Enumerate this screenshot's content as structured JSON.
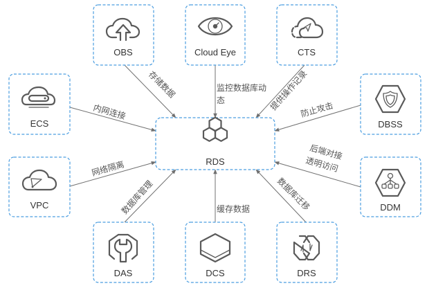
{
  "diagram": {
    "center": {
      "id": "rds",
      "label": "RDS",
      "icon": "hexagon-cluster-icon"
    },
    "nodes": [
      {
        "id": "obs",
        "label": "OBS",
        "icon": "cloud-upload-icon"
      },
      {
        "id": "cloudeye",
        "label": "Cloud Eye",
        "icon": "eye-icon"
      },
      {
        "id": "cts",
        "label": "CTS",
        "icon": "cloud-trace-icon"
      },
      {
        "id": "ecs",
        "label": "ECS",
        "icon": "cloud-server-icon"
      },
      {
        "id": "vpc",
        "label": "VPC",
        "icon": "cloud-network-icon"
      },
      {
        "id": "dbss",
        "label": "DBSS",
        "icon": "shield-icon"
      },
      {
        "id": "ddm",
        "label": "DDM",
        "icon": "hierarchy-icon"
      },
      {
        "id": "das",
        "label": "DAS",
        "icon": "wrench-icon"
      },
      {
        "id": "dcs",
        "label": "DCS",
        "icon": "cache-hexagon-icon"
      },
      {
        "id": "drs",
        "label": "DRS",
        "icon": "sync-hexagon-icon"
      }
    ],
    "edges": [
      {
        "from": "obs",
        "to": "rds",
        "label": [
          "存储数据"
        ]
      },
      {
        "from": "cloudeye",
        "to": "rds",
        "label": [
          "监控数据库动",
          "态"
        ]
      },
      {
        "from": "cts",
        "to": "rds",
        "label": [
          "提供操作记录"
        ]
      },
      {
        "from": "ecs",
        "to": "rds",
        "label": [
          "内网连接"
        ]
      },
      {
        "from": "vpc",
        "to": "rds",
        "label": [
          "网络隔离"
        ]
      },
      {
        "from": "dbss",
        "to": "rds",
        "label": [
          "防止攻击"
        ]
      },
      {
        "from": "ddm",
        "to": "rds",
        "label": [
          "后端对接",
          "透明访问"
        ]
      },
      {
        "from": "das",
        "to": "rds",
        "label": [
          "数据库管理"
        ]
      },
      {
        "from": "dcs",
        "to": "rds",
        "label": [
          "缓存数据"
        ]
      },
      {
        "from": "drs",
        "to": "rds",
        "label": [
          "数据库迁移"
        ]
      }
    ],
    "colors": {
      "box_border": "#4a9de0",
      "edge": "#707070",
      "icon": "#5a5a5a",
      "text": "#333333"
    }
  }
}
